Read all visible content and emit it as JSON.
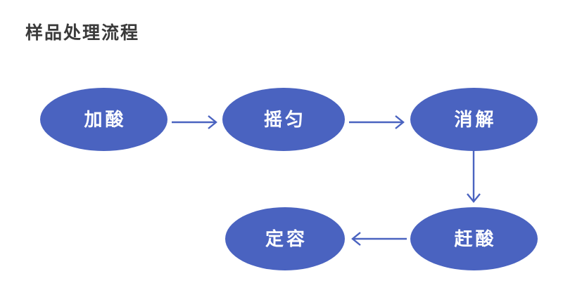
{
  "title": "样品处理流程",
  "colors": {
    "background": "#ffffff",
    "node_fill": "#4a63c0",
    "node_text": "#ffffff",
    "title_text": "#3a3a3a",
    "connector": "#4a63c0"
  },
  "diagram": {
    "type": "flowchart",
    "shape": "ellipse",
    "nodes": [
      {
        "id": "node-0",
        "label": "加酸",
        "row": 1,
        "column": 1
      },
      {
        "id": "node-1",
        "label": "摇匀",
        "row": 1,
        "column": 2
      },
      {
        "id": "node-2",
        "label": "消解",
        "row": 1,
        "column": 3
      },
      {
        "id": "node-3",
        "label": "定容",
        "row": 2,
        "column": 2
      },
      {
        "id": "node-4",
        "label": "赶酸",
        "row": 2,
        "column": 3
      }
    ],
    "edges": [
      {
        "id": "edge-0",
        "from": "加酸",
        "to": "摇匀",
        "direction": "right"
      },
      {
        "id": "edge-1",
        "from": "摇匀",
        "to": "消解",
        "direction": "right"
      },
      {
        "id": "edge-2",
        "from": "消解",
        "to": "赶酸",
        "direction": "down"
      },
      {
        "id": "edge-3",
        "from": "赶酸",
        "to": "定容",
        "direction": "left"
      }
    ],
    "sequence": [
      "加酸",
      "摇匀",
      "消解",
      "赶酸",
      "定容"
    ]
  }
}
